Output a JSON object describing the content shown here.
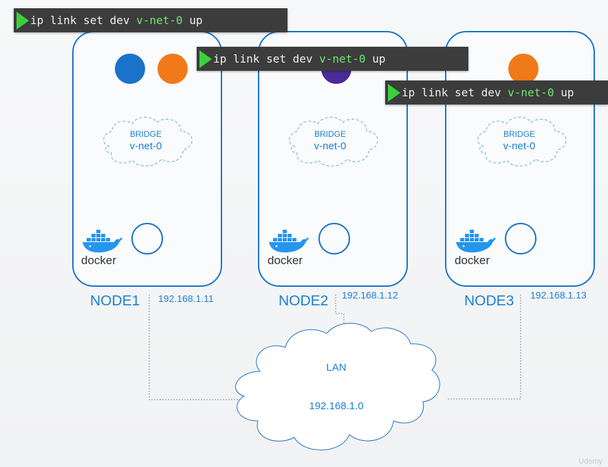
{
  "commands": [
    {
      "prefix": "ip link set dev ",
      "arg": "v-net-0",
      "suffix": " up"
    },
    {
      "prefix": "ip link set dev ",
      "arg": "v-net-0",
      "suffix": " up"
    },
    {
      "prefix": "ip link set dev ",
      "arg": "v-net-0",
      "suffix": " up"
    }
  ],
  "nodes": [
    {
      "name": "NODE1",
      "ip": "192.168.1.11",
      "bridge_label": "BRIDGE",
      "bridge_name": "v-net-0",
      "docker_label": "docker"
    },
    {
      "name": "NODE2",
      "ip": "192.168.1.12",
      "bridge_label": "BRIDGE",
      "bridge_name": "v-net-0",
      "docker_label": "docker"
    },
    {
      "name": "NODE3",
      "ip": "192.168.1.13",
      "bridge_label": "BRIDGE",
      "bridge_name": "v-net-0",
      "docker_label": "docker"
    }
  ],
  "lan": {
    "label": "LAN",
    "subnet": "192.168.1.0"
  },
  "watermark": "Udemy",
  "colors": {
    "accent": "#1a7fd4",
    "container_blue": "#1a73c8",
    "container_orange": "#f07a1a",
    "container_purple": "#4b2a9a",
    "terminal_bg": "#3c3c3c",
    "terminal_arg": "#6fe86f",
    "play_icon": "#3bd13b"
  }
}
